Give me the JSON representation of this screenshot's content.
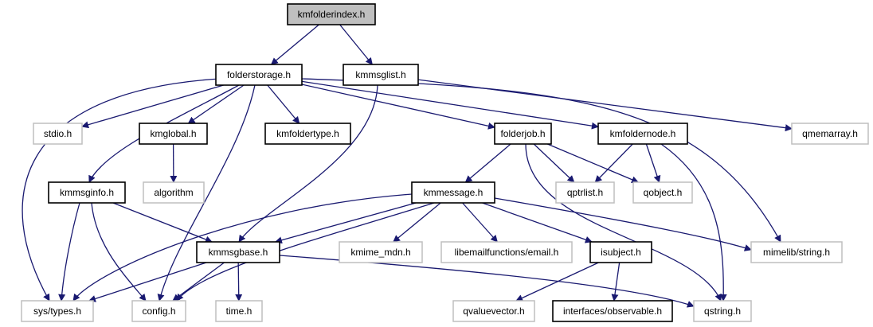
{
  "title": "kmfolderindex.h include dependency graph",
  "colors": {
    "edge": "#191970",
    "root_fill": "#bfbfbf",
    "documented_border": "#000000",
    "undocumented_border": "#bfbfbf",
    "node_fill": "#ffffff"
  },
  "nodes": [
    {
      "id": "kmfolderindex",
      "label": "kmfolderindex.h",
      "kind": "root"
    },
    {
      "id": "folderstorage",
      "label": "folderstorage.h",
      "kind": "documented"
    },
    {
      "id": "kmmsglist",
      "label": "kmmsglist.h",
      "kind": "documented"
    },
    {
      "id": "stdio",
      "label": "stdio.h",
      "kind": "external"
    },
    {
      "id": "kmglobal",
      "label": "kmglobal.h",
      "kind": "documented"
    },
    {
      "id": "kmfoldertype",
      "label": "kmfoldertype.h",
      "kind": "documented"
    },
    {
      "id": "folderjob",
      "label": "folderjob.h",
      "kind": "documented"
    },
    {
      "id": "kmfoldernode",
      "label": "kmfoldernode.h",
      "kind": "documented"
    },
    {
      "id": "qmemarray",
      "label": "qmemarray.h",
      "kind": "external"
    },
    {
      "id": "algorithm",
      "label": "algorithm",
      "kind": "external"
    },
    {
      "id": "kmmsginfo",
      "label": "kmmsginfo.h",
      "kind": "documented"
    },
    {
      "id": "kmmessage",
      "label": "kmmessage.h",
      "kind": "documented"
    },
    {
      "id": "qptrlist",
      "label": "qptrlist.h",
      "kind": "external"
    },
    {
      "id": "qobject",
      "label": "qobject.h",
      "kind": "external"
    },
    {
      "id": "kmmsgbase",
      "label": "kmmsgbase.h",
      "kind": "documented"
    },
    {
      "id": "kmime_mdn",
      "label": "kmime_mdn.h",
      "kind": "external"
    },
    {
      "id": "email",
      "label": "libemailfunctions/email.h",
      "kind": "external"
    },
    {
      "id": "isubject",
      "label": "isubject.h",
      "kind": "documented"
    },
    {
      "id": "mimelib_string",
      "label": "mimelib/string.h",
      "kind": "external"
    },
    {
      "id": "sys_types",
      "label": "sys/types.h",
      "kind": "external"
    },
    {
      "id": "config",
      "label": "config.h",
      "kind": "external"
    },
    {
      "id": "time",
      "label": "time.h",
      "kind": "external"
    },
    {
      "id": "qvaluevector",
      "label": "qvaluevector.h",
      "kind": "external"
    },
    {
      "id": "observable",
      "label": "interfaces/observable.h",
      "kind": "documented"
    },
    {
      "id": "qstring",
      "label": "qstring.h",
      "kind": "external"
    }
  ],
  "edges": [
    {
      "from": "kmfolderindex",
      "to": "folderstorage"
    },
    {
      "from": "kmfolderindex",
      "to": "kmmsglist"
    },
    {
      "from": "folderstorage",
      "to": "stdio"
    },
    {
      "from": "folderstorage",
      "to": "kmglobal"
    },
    {
      "from": "folderstorage",
      "to": "kmfoldertype"
    },
    {
      "from": "folderstorage",
      "to": "folderjob"
    },
    {
      "from": "folderstorage",
      "to": "kmfoldernode"
    },
    {
      "from": "folderstorage",
      "to": "kmmsginfo"
    },
    {
      "from": "folderstorage",
      "to": "sys_types"
    },
    {
      "from": "folderstorage",
      "to": "config"
    },
    {
      "from": "folderstorage",
      "to": "mimelib_string"
    },
    {
      "from": "kmmsglist",
      "to": "qmemarray"
    },
    {
      "from": "kmmsglist",
      "to": "kmmsgbase"
    },
    {
      "from": "kmglobal",
      "to": "algorithm"
    },
    {
      "from": "folderjob",
      "to": "kmmessage"
    },
    {
      "from": "folderjob",
      "to": "qptrlist"
    },
    {
      "from": "folderjob",
      "to": "qobject"
    },
    {
      "from": "folderjob",
      "to": "qstring"
    },
    {
      "from": "kmfoldernode",
      "to": "qptrlist"
    },
    {
      "from": "kmfoldernode",
      "to": "qobject"
    },
    {
      "from": "kmfoldernode",
      "to": "qstring"
    },
    {
      "from": "kmmsginfo",
      "to": "kmmsgbase"
    },
    {
      "from": "kmmsginfo",
      "to": "sys_types"
    },
    {
      "from": "kmmsginfo",
      "to": "config"
    },
    {
      "from": "kmmessage",
      "to": "kmmsgbase"
    },
    {
      "from": "kmmessage",
      "to": "kmime_mdn"
    },
    {
      "from": "kmmessage",
      "to": "email"
    },
    {
      "from": "kmmessage",
      "to": "isubject"
    },
    {
      "from": "kmmessage",
      "to": "mimelib_string"
    },
    {
      "from": "kmmessage",
      "to": "sys_types"
    },
    {
      "from": "kmmessage",
      "to": "config"
    },
    {
      "from": "kmmsgbase",
      "to": "sys_types"
    },
    {
      "from": "kmmsgbase",
      "to": "config"
    },
    {
      "from": "kmmsgbase",
      "to": "time"
    },
    {
      "from": "kmmsgbase",
      "to": "qstring"
    },
    {
      "from": "isubject",
      "to": "qvaluevector"
    },
    {
      "from": "isubject",
      "to": "observable"
    }
  ]
}
